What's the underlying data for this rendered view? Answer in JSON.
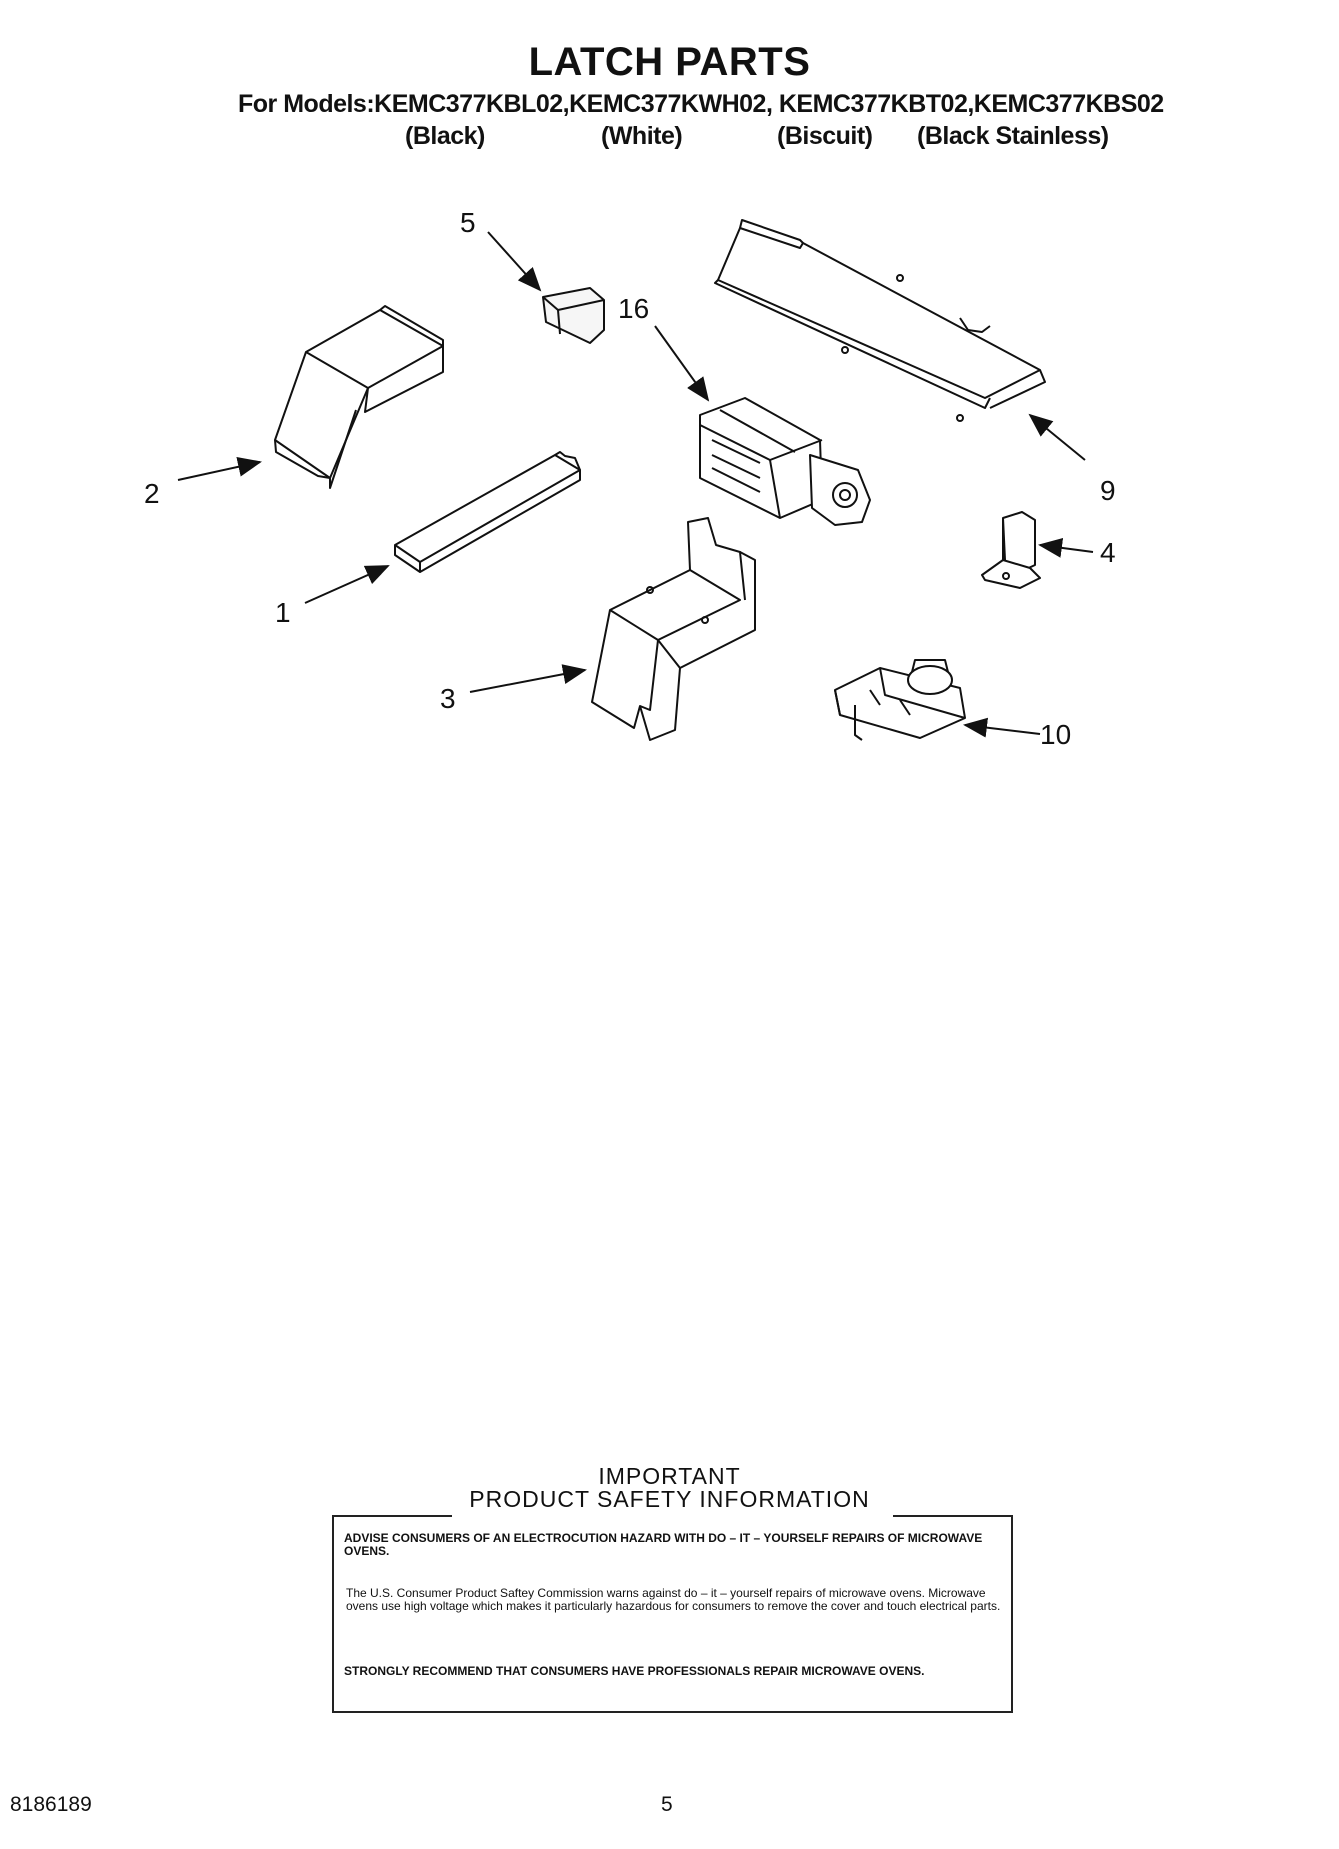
{
  "header": {
    "title": "LATCH PARTS",
    "models_line": "For Models:KEMC377KBL02,KEMC377KWH02, KEMC377KBT02,KEMC377KBS02",
    "colors": [
      "(Black)",
      "(White)",
      "(Biscuit)",
      "(Black Stainless)"
    ]
  },
  "diagram": {
    "callouts": [
      "5",
      "16",
      "9",
      "2",
      "4",
      "1",
      "3",
      "10"
    ]
  },
  "safety": {
    "heading_line1": "IMPORTANT",
    "heading_line2": "PRODUCT   SAFETY   INFORMATION",
    "advise": "ADVISE CONSUMERS OF AN ELECTROCUTION HAZARD WITH DO – IT – YOURSELF REPAIRS OF MICROWAVE OVENS.",
    "body": "The U.S. Consumer Product Saftey Commission warns against do – it – yourself repairs of microwave ovens. Microwave ovens use high voltage which makes it particularly hazardous for consumers to remove the cover and touch electrical parts.",
    "recommend": "STRONGLY RECOMMEND THAT CONSUMERS HAVE PROFESSIONALS REPAIR MICROWAVE OVENS."
  },
  "footer": {
    "doc_number": "8186189",
    "page_number": "5"
  }
}
